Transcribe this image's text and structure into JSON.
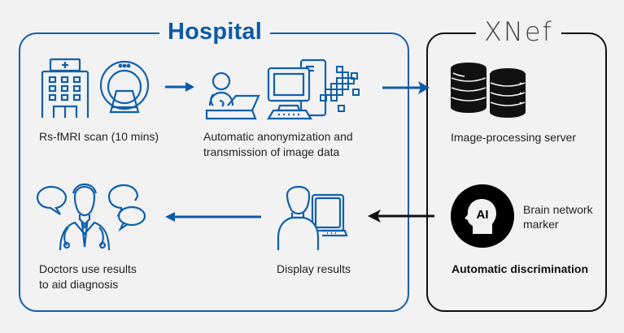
{
  "hospital": {
    "title": "Hospital",
    "color": "#0d5aa7",
    "steps": {
      "scan": "Rs-fMRI scan (10 mins)",
      "anonymize_line1": "Automatic anonymization and",
      "anonymize_line2": "transmission of image data",
      "display": "Display results",
      "doctors_line1": "Doctors use results",
      "doctors_line2": "to aid diagnosis"
    }
  },
  "xnef": {
    "title": "XNef",
    "color": "#111111",
    "server_label": "Image-processing server",
    "marker_line1": "Brain network",
    "marker_line2": "marker",
    "ai_badge": "AI",
    "discrimination_label": "Automatic discrimination"
  },
  "icons": [
    "hospital-building-icon",
    "mri-scanner-icon",
    "doctor-at-desk-icon",
    "computer-icon",
    "pixel-data-icon",
    "database-server-icon",
    "ai-head-icon",
    "person-at-monitor-icon",
    "doctor-speech-bubbles-icon"
  ],
  "arrows": [
    "scan-to-anonymize",
    "hospital-to-server",
    "ai-to-display",
    "display-to-doctors"
  ]
}
